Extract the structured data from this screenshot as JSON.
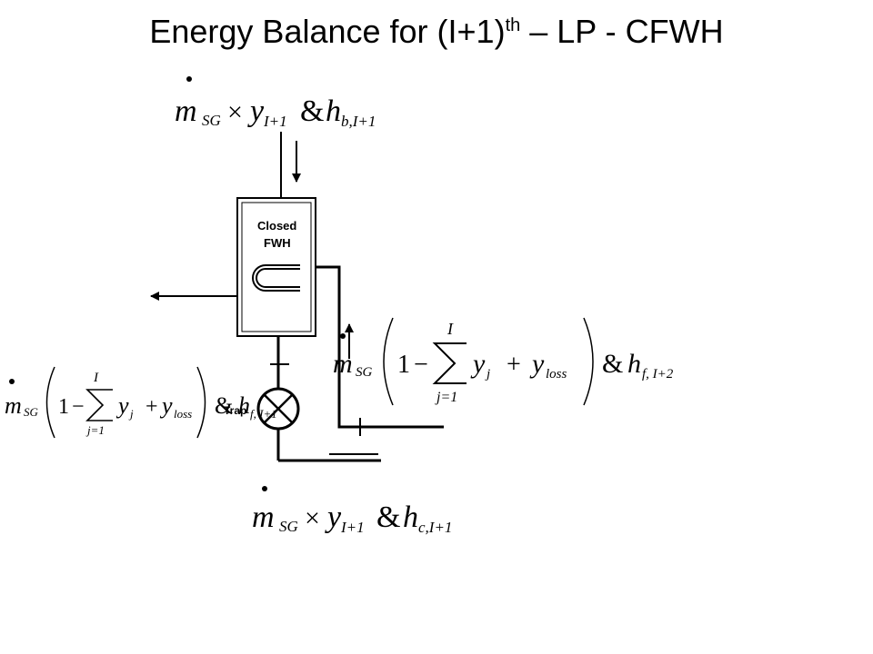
{
  "title": {
    "main": "Energy Balance for (I+1)",
    "superscript": "th",
    "suffix": " – LP - CFWH"
  },
  "heater": {
    "line1": "Closed",
    "line2": "FWH"
  },
  "trap": {
    "label": "Trap"
  },
  "streams": {
    "top_input": {
      "m": "m",
      "m_sub": "SG",
      "times": "×",
      "y": "y",
      "y_sub": "I+1",
      "amp": "&",
      "h": "h",
      "h_sub": "b,I+1"
    },
    "right_input": {
      "m": "m",
      "m_sub": "SG",
      "one": "1",
      "minus": "−",
      "sum_top": "I",
      "sum_bottom": "j=1",
      "y": "y",
      "y_sub": "j",
      "plus": "+",
      "y2": "y",
      "y2_sub": "loss",
      "amp": "&",
      "h": "h",
      "h_sub": "f, I+2"
    },
    "left_output": {
      "m": "m",
      "m_sub": "SG",
      "one": "1",
      "minus": "−",
      "sum_top": "I",
      "sum_bottom": "j=1",
      "y": "y",
      "y_sub": "j",
      "plus": "+",
      "y2": "y",
      "y2_sub": "loss",
      "amp": "&",
      "h": "h",
      "h_sub": "f, I+1"
    },
    "bottom_output": {
      "m": "m",
      "m_sub": "SG",
      "times": "×",
      "y": "y",
      "y_sub": "I+1",
      "amp": "&",
      "h": "h",
      "h_sub": "c,I+1"
    }
  }
}
